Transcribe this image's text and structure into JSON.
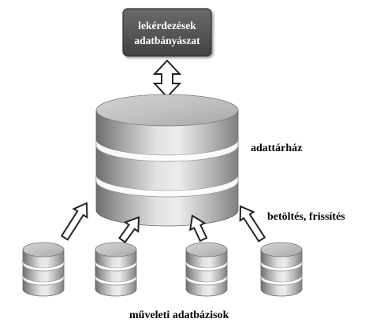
{
  "top_box": {
    "line1": "lekérdezések",
    "line2": "adatbányászat"
  },
  "warehouse_label": "adattárház",
  "loading_label": "betöltés, frissítés",
  "sources_label": "műveleti adatbázisok"
}
